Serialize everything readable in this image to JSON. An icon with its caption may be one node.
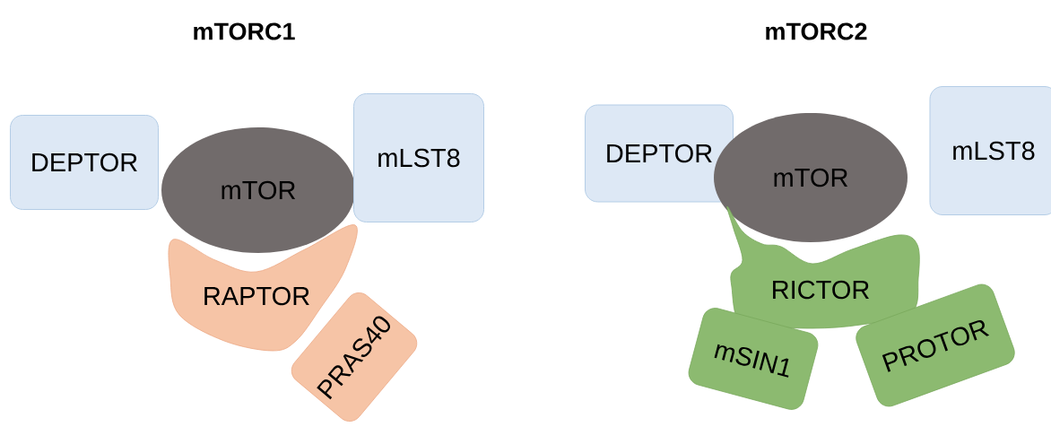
{
  "diagram": {
    "nodes": [
      {
        "text": [
          "DEPTOR"
        ]
      },
      {
        "text": [
          "mTOR"
        ]
      },
      {
        "text": [
          "mLST8"
        ]
      },
      {
        "text": [
          "RAPTOR"
        ]
      },
      {
        "text": [
          "PRAS40"
        ]
      },
      {
        "text": [
          "DEPTOR"
        ]
      },
      {
        "text": [
          "mTOR"
        ]
      },
      {
        "text": [
          "mLST8"
        ]
      },
      {
        "text": [
          "RICTOR"
        ]
      },
      {
        "text": [
          "mSIN1"
        ]
      },
      {
        "text": [
          "PROTOR"
        ]
      }
    ],
    "labels": [
      "mTORC1",
      "mTORC2"
    ]
  }
}
